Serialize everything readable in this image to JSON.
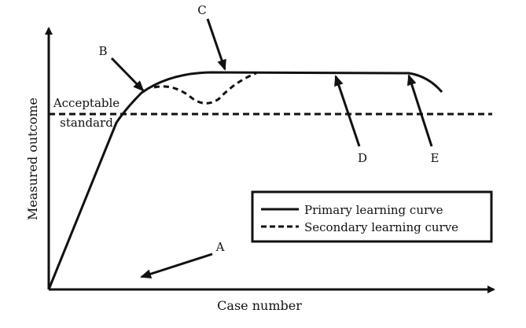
{
  "axes": {
    "x_label": "Case number",
    "y_label": "Measured outcome"
  },
  "threshold": {
    "label_line1": "Acceptable",
    "label_line2": "standard"
  },
  "legend": {
    "primary": "Primary learning curve",
    "secondary": "Secondary learning curve"
  },
  "callouts": {
    "a": "A",
    "b": "B",
    "c": "C",
    "d": "D",
    "e": "E"
  }
}
